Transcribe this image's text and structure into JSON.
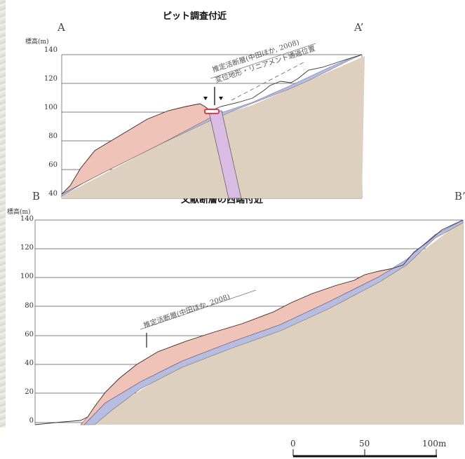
{
  "section_a": {
    "title": "ピット調査付近",
    "left_label": "A",
    "right_label": "A’",
    "y_axis_label": "標高(m)",
    "y_ticks": [
      "140",
      "120",
      "100",
      "80",
      "60",
      "40"
    ],
    "annotation_line1": "推定活断層(中田ほか, 2008)",
    "annotation_line2": "変位地形・リニアメント通過位置"
  },
  "section_b": {
    "title": "文献断層の西端付近",
    "left_label": "B",
    "right_label": "B’",
    "y_axis_label": "標高(m)",
    "y_ticks": [
      "140",
      "120",
      "100",
      "80",
      "60",
      "40",
      "20",
      "0"
    ],
    "annotation": "推定活断層(中田ほか, 2008)"
  },
  "scale_bar": {
    "labels": [
      "0",
      "50",
      "100m"
    ]
  },
  "colors": {
    "topsoil": "#efc3b7",
    "gravel": "#b7bde0",
    "bedrock": "#ddd0be",
    "fault_zone": "#d9bbe3",
    "pit": "#e53a4a"
  }
}
